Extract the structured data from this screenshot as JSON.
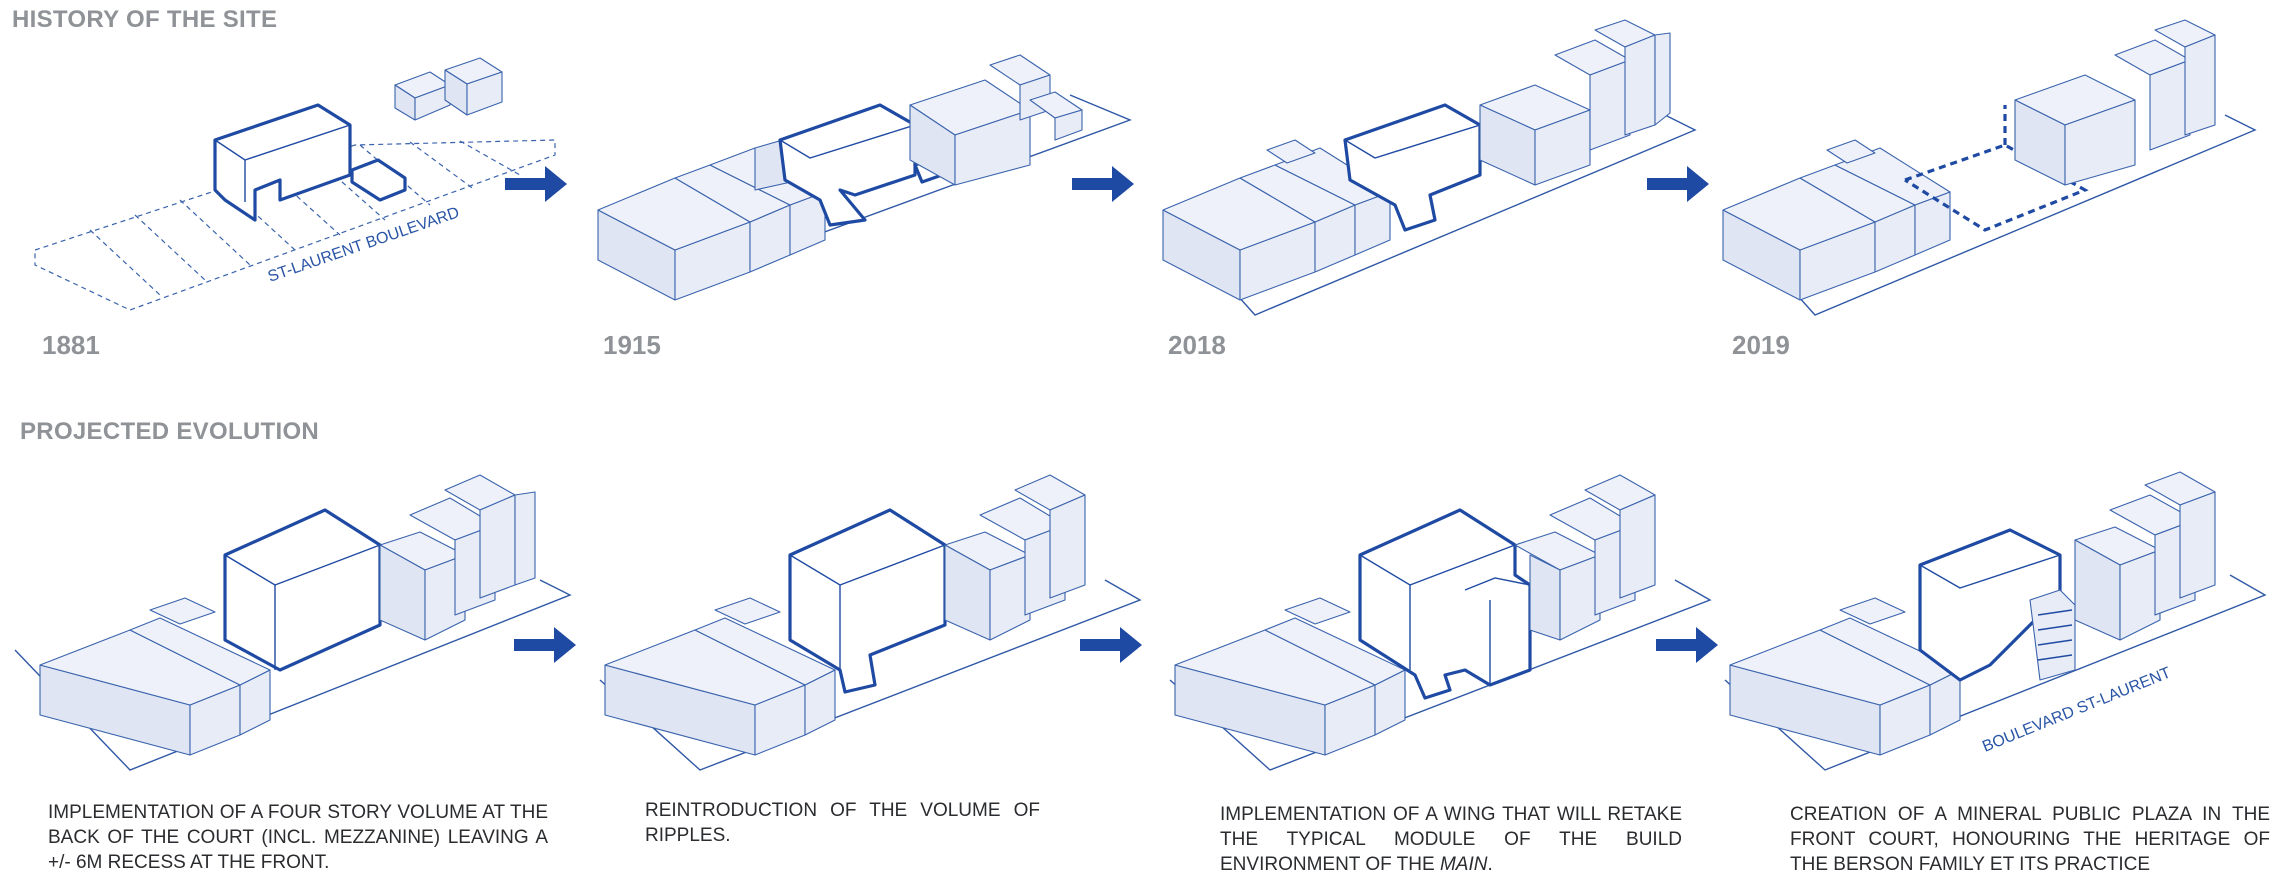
{
  "history": {
    "title": "HISTORY OF THE SITE",
    "years": [
      "1881",
      "1915",
      "2018",
      "2019"
    ],
    "street_label": "ST-LAURENT BOULEVARD"
  },
  "projected": {
    "title": "PROJECTED EVOLUTION",
    "captions": [
      "IMPLEMENTATION OF A FOUR STORY VOLUME AT THE BACK OF THE COURT (INCL. MEZZANINE) LEAVING A +/- 6M RECESS AT THE FRONT.",
      "REINTRODUCTION OF THE VOLUME OF RIPPLES.",
      "IMPLEMENTATION OF A WING THAT WILL RETAKE THE TYPICAL MODULE OF THE BUILD ENVIRONMENT OF THE",
      "CREATION OF A MINERAL PUBLIC PLAZA IN THE FRONT COURT, HONOURING THE HERITAGE OF THE BERSON FAMILY ET ITS PRACTICE"
    ],
    "caption3_emphasis": "MAIN",
    "caption3_end": ".",
    "street_label": "BOULEVARD ST-LAURENT"
  },
  "colors": {
    "accent": "#1f4aa3",
    "building_fill": "#e8ecf7",
    "label_gray": "#8f9296"
  },
  "icons": [
    "arrow-right-icon"
  ]
}
